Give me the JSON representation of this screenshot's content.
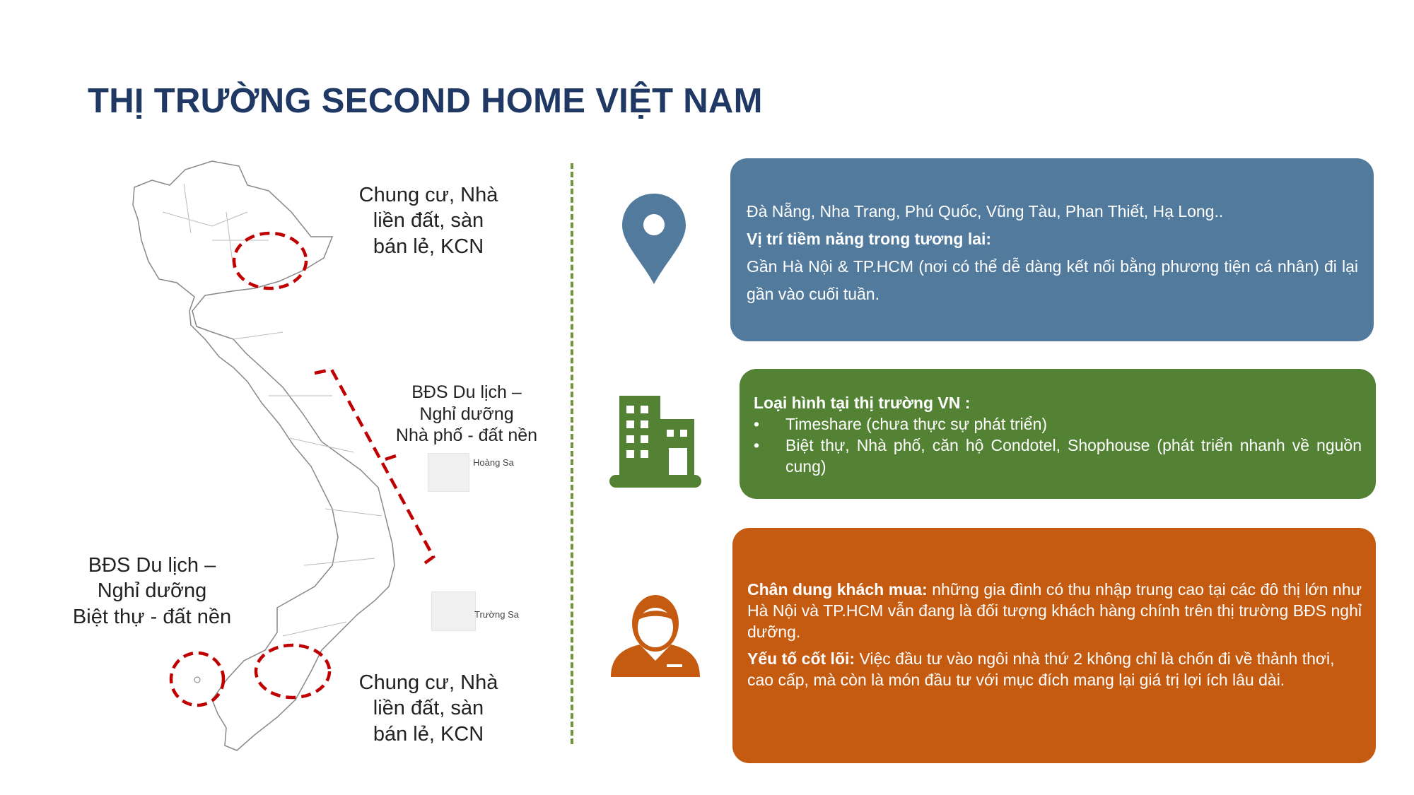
{
  "title": "THỊ TRƯỜNG SECOND HOME VIỆT NAM",
  "map": {
    "north_label": [
      "Chung cư, Nhà",
      "liền đất, sàn",
      "bán lẻ, KCN"
    ],
    "central_label": [
      "BĐS Du lịch –",
      "Nghỉ dưỡng",
      "Nhà phố - đất nền"
    ],
    "south_west_label": [
      "BĐS Du lịch –",
      "Nghỉ dưỡng",
      "Biệt thự - đất nền"
    ],
    "south_label": [
      "Chung cư, Nhà",
      "liền đất, sàn",
      "bán lẻ, KCN"
    ],
    "islands": [
      {
        "name": "Hoàng Sa"
      },
      {
        "name": "Trường Sa"
      }
    ]
  },
  "location": {
    "icon": "map-pin-icon",
    "line1": "Đà Nẵng, Nha Trang, Phú Quốc, Vũng Tàu, Phan Thiết, Hạ Long..",
    "heading": "Vị trí tiềm năng trong tương lai:",
    "body": "Gần Hà Nội & TP.HCM (nơi có thể dễ dàng kết nối bằng phương tiện cá nhân) đi lại gần vào cuối tuần."
  },
  "types": {
    "icon": "building-icon",
    "heading": "Loại hình tại thị trường VN :",
    "bullets": [
      "Timeshare (chưa thực sự phát triển)",
      "Biệt thự, Nhà phố, căn hộ Condotel, Shophouse (phát triển nhanh về nguồn cung)"
    ]
  },
  "customer": {
    "icon": "person-icon",
    "p1_bold": "Chân dung khách mua:",
    "p1": " những gia đình có thu nhập trung cao tại các đô thị lớn như Hà Nội và TP.HCM vẫn đang là đối tượng khách hàng chính trên thị trường BĐS nghỉ dưỡng.",
    "p2_bold": "Yếu tố cốt lõi:",
    "p2": " Việc đầu tư vào ngôi nhà thứ 2 không chỉ là chốn đi về thảnh thơi, cao cấp, mà còn là món đầu tư với mục đích mang lại giá trị lợi ích lâu dài."
  },
  "colors": {
    "title": "#1f3864",
    "blue": "#527a9c",
    "green": "#548235",
    "orange": "#c55a11",
    "highlight": "#c00000"
  }
}
